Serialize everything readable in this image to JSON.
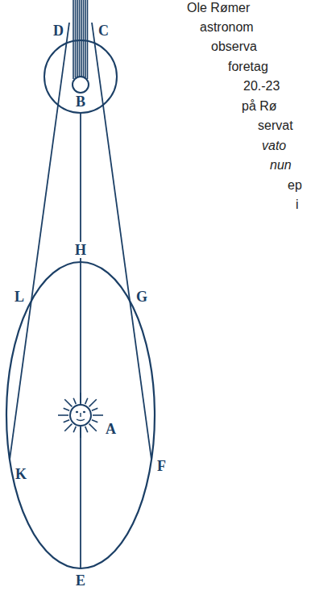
{
  "diagram": {
    "labels": [
      "D",
      "C",
      "B",
      "H",
      "L",
      "G",
      "A",
      "K",
      "F",
      "E",
      "Ole Rømer",
      "astronom",
      "observa",
      "foretag",
      "20.-23",
      "på Rø",
      "servat",
      "vato",
      "nun",
      "ep",
      "i"
    ]
  }
}
